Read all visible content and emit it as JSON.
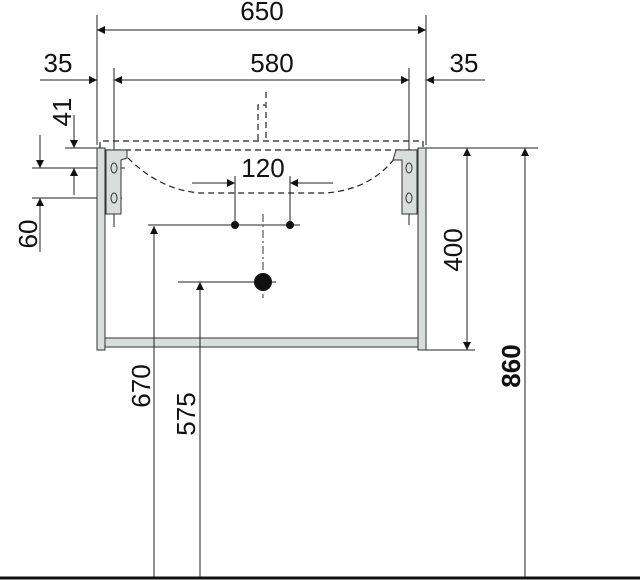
{
  "dimensions": {
    "overall_width": "650",
    "inner_width": "580",
    "left_offset": "35",
    "right_offset": "35",
    "bracket_top": "41",
    "bracket_spacing": "60",
    "tap_spacing": "120",
    "cabinet_height": "400",
    "tap_height": "670",
    "drain_height": "575",
    "top_height": "860"
  },
  "colors": {
    "panel": "#d9dedd",
    "line": "#222222"
  }
}
